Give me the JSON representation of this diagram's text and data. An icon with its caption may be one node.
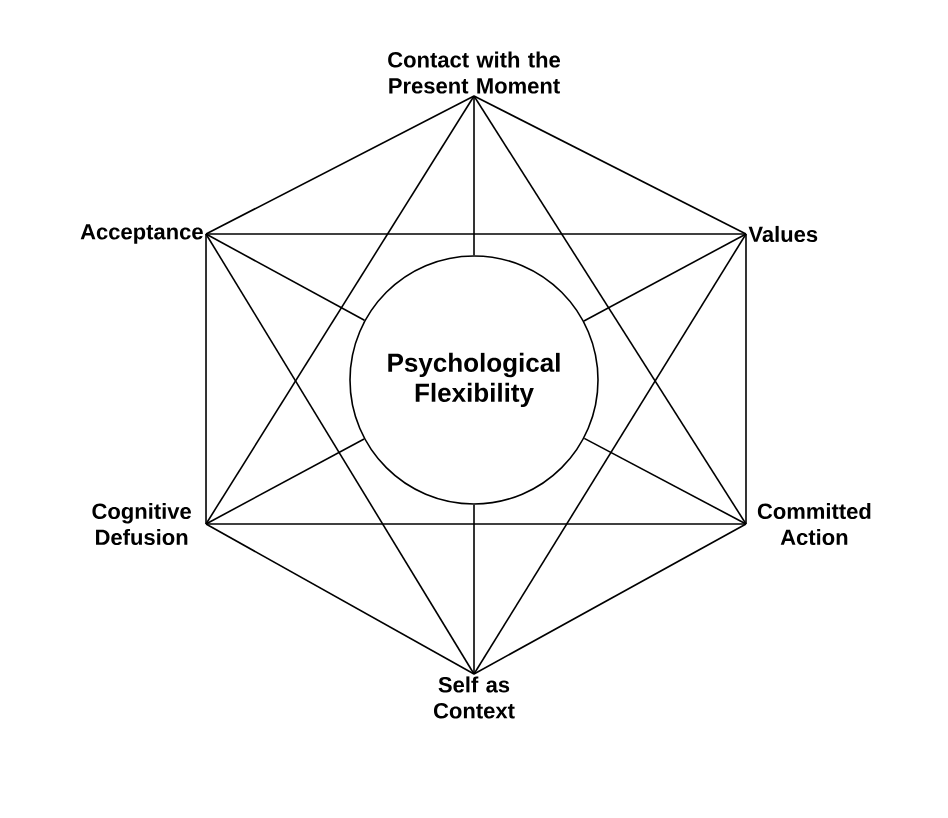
{
  "diagram": {
    "nodes": [
      {
        "text": [
          "Contact with the Present Moment"
        ]
      },
      {
        "text": [
          "Acceptance"
        ]
      },
      {
        "text": [
          "Values"
        ]
      },
      {
        "text": [
          "Psychological Flexibility"
        ]
      },
      {
        "text": [
          "Cognitive Defusion"
        ]
      },
      {
        "text": [
          "Committed Action"
        ]
      },
      {
        "text": [
          "Self as Context"
        ]
      }
    ],
    "edges": [
      {
        "from": 0,
        "to": 2,
        "arrow": "none"
      },
      {
        "from": 2,
        "to": 5,
        "arrow": "none"
      },
      {
        "from": 5,
        "to": 6,
        "arrow": "none"
      },
      {
        "from": 6,
        "to": 4,
        "arrow": "none"
      },
      {
        "from": 4,
        "to": 1,
        "arrow": "none"
      },
      {
        "from": 1,
        "to": 0,
        "arrow": "none"
      },
      {
        "from": 0,
        "to": 5,
        "arrow": "none"
      },
      {
        "from": 5,
        "to": 4,
        "arrow": "none"
      },
      {
        "from": 4,
        "to": 0,
        "arrow": "none"
      },
      {
        "from": 1,
        "to": 2,
        "arrow": "none"
      },
      {
        "from": 2,
        "to": 6,
        "arrow": "none"
      },
      {
        "from": 6,
        "to": 1,
        "arrow": "none"
      },
      {
        "from": 0,
        "to": 3,
        "arrow": "none"
      },
      {
        "from": 1,
        "to": 3,
        "arrow": "none"
      },
      {
        "from": 2,
        "to": 3,
        "arrow": "none"
      },
      {
        "from": 4,
        "to": 3,
        "arrow": "none"
      },
      {
        "from": 5,
        "to": 3,
        "arrow": "none"
      },
      {
        "from": 6,
        "to": 3,
        "arrow": "none"
      }
    ]
  }
}
